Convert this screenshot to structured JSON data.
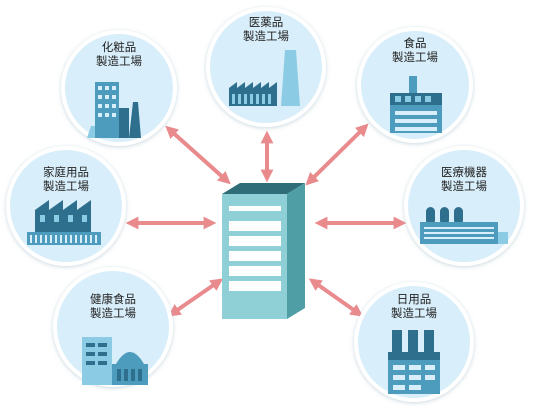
{
  "colors": {
    "circle_fill": "#d8eefa",
    "circle_stroke": "#ffffff",
    "arrow": "#e98a8d",
    "factory_dark": "#2f6f8e",
    "factory_mid": "#4d9bbd",
    "factory_light": "#8ccbe4",
    "server_body": "#8fd0d6",
    "server_side": "#4f9ea6",
    "server_top": "#2f6e78",
    "server_slot": "#ffffff"
  },
  "center": {
    "name": "server-icon"
  },
  "factories": [
    {
      "id": "cosmetics",
      "line1": "化粧品",
      "line2": "製造工場",
      "icon": "office-factory-icon"
    },
    {
      "id": "pharma",
      "line1": "医薬品",
      "line2": "製造工場",
      "icon": "chimney-factory-icon"
    },
    {
      "id": "food",
      "line1": "食品",
      "line2": "製造工場",
      "icon": "food-plant-icon"
    },
    {
      "id": "household",
      "line1": "家庭用品",
      "line2": "製造工場",
      "icon": "sawtooth-factory-icon"
    },
    {
      "id": "medical-device",
      "line1": "医療機器",
      "line2": "製造工場",
      "icon": "tank-factory-icon"
    },
    {
      "id": "health-food",
      "line1": "健康食品",
      "line2": "製造工場",
      "icon": "dome-factory-icon"
    },
    {
      "id": "daily-goods",
      "line1": "日用品",
      "line2": "製造工場",
      "icon": "stack-factory-icon"
    }
  ]
}
